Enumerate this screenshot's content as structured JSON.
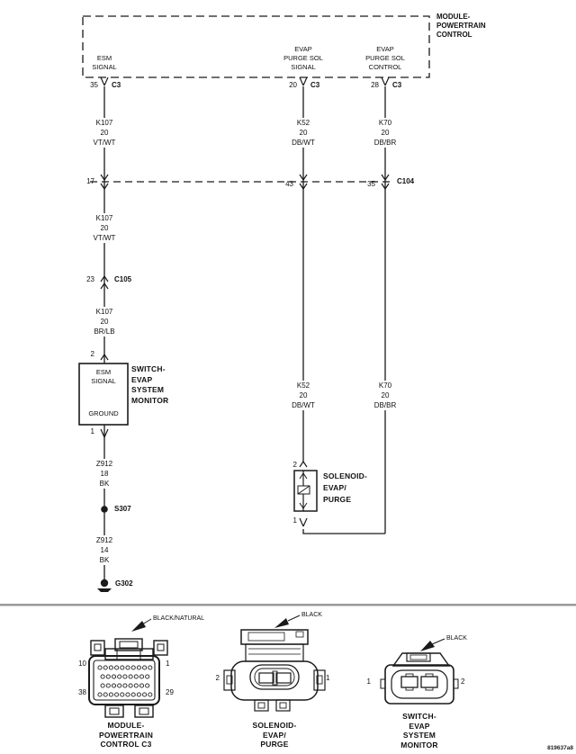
{
  "footer": {
    "doc_id": "819637a8"
  },
  "colors": {
    "ink": "#1a1a1a",
    "separator": "#9a9a9a"
  },
  "pcm": {
    "name": "MODULE-\nPOWERTRAIN\nCONTROL",
    "outputs": [
      {
        "signal": "ESM\nSIGNAL",
        "pin": "35",
        "connector": "C3"
      },
      {
        "signal": "EVAP\nPURGE SOL\nSIGNAL",
        "pin": "20",
        "connector": "C3"
      },
      {
        "signal": "EVAP\nPURGE SOL\nCONTROL",
        "pin": "28",
        "connector": "C3"
      }
    ]
  },
  "inline_connectors": {
    "c104": {
      "name": "C104",
      "pins": [
        "17",
        "43",
        "35"
      ]
    },
    "c105": {
      "name": "C105",
      "pin": "23"
    }
  },
  "wires": {
    "k107_vtwt": "K107\n20\nVT/WT",
    "k107_brlb": "K107\n20\nBR/LB",
    "k52_dbwt": "K52\n20\nDB/WT",
    "k70_dbbr": "K70\n20\nDB/BR",
    "z912_18": "Z912\n18\nBK",
    "z912_14": "Z912\n14\nBK"
  },
  "switch": {
    "name": "SWITCH-\nEVAP\nSYSTEM\nMONITOR",
    "pin_in": "2",
    "pin_out": "1",
    "terminal_top": "ESM\nSIGNAL",
    "terminal_bottom": "GROUND"
  },
  "solenoid": {
    "name": "SOLENOID-\nEVAP/\nPURGE",
    "pin_in": "2",
    "pin_out": "1"
  },
  "splice": {
    "name": "S307"
  },
  "ground": {
    "name": "G302"
  },
  "connector_views": [
    {
      "color": "BLACK/NATURAL",
      "caption": "MODULE-\nPOWERTRAIN\nCONTROL C3",
      "pin_tl": "10",
      "pin_tr": "1",
      "pin_bl": "38",
      "pin_br": "29"
    },
    {
      "color": "BLACK",
      "caption": "SOLENOID-\nEVAP/\nPURGE",
      "pin_l": "2",
      "pin_r": "1"
    },
    {
      "color": "BLACK",
      "caption": "SWITCH-\nEVAP\nSYSTEM\nMONITOR",
      "pin_l": "1",
      "pin_r": "2"
    }
  ]
}
